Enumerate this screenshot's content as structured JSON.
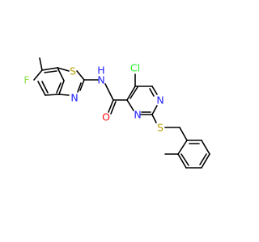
{
  "molecule": {
    "colors": {
      "bond": "#000000",
      "F": "#90e050",
      "S": "#b8a000",
      "N": "#2020ff",
      "Cl": "#1ff01f",
      "O": "#ff0d0d",
      "H": "#2020ff"
    },
    "labels": {
      "F": "F",
      "S_thiazole": "S",
      "N_thiazole": "N",
      "NH": "N",
      "H": "H",
      "Cl": "Cl",
      "O": "O",
      "N_pyr_top": "N",
      "N_pyr_bottom": "N",
      "S_thioether": "S"
    }
  }
}
